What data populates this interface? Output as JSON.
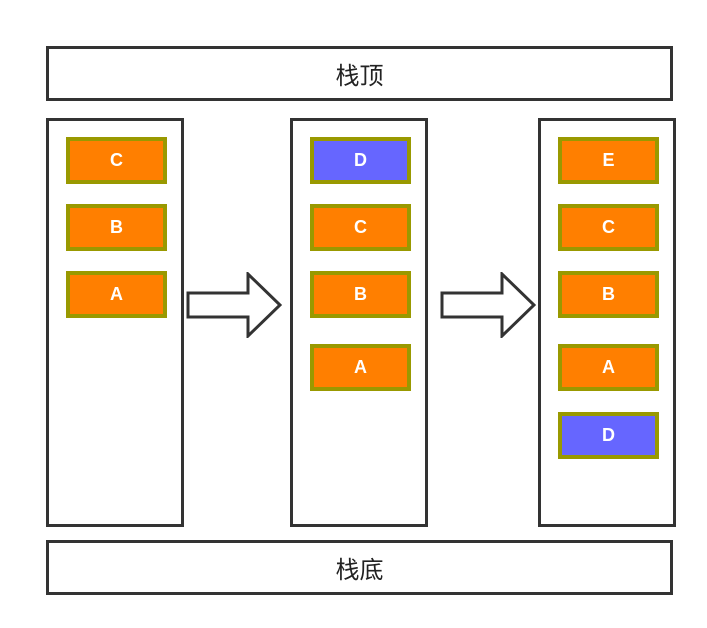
{
  "top_label": "栈顶",
  "bottom_label": "栈底",
  "colors": {
    "pushed_block": "#ff7f00",
    "new_block": "#6666ff",
    "block_border": "#999900",
    "outline": "#333333"
  },
  "stacks": [
    {
      "blocks": [
        {
          "label": "C",
          "kind": "pushed"
        },
        {
          "label": "B",
          "kind": "pushed"
        },
        {
          "label": "A",
          "kind": "pushed"
        }
      ]
    },
    {
      "blocks": [
        {
          "label": "D",
          "kind": "new"
        },
        {
          "label": "C",
          "kind": "pushed"
        },
        {
          "label": "B",
          "kind": "pushed"
        },
        {
          "label": "A",
          "kind": "pushed"
        }
      ]
    },
    {
      "blocks": [
        {
          "label": "E",
          "kind": "pushed"
        },
        {
          "label": "C",
          "kind": "pushed"
        },
        {
          "label": "B",
          "kind": "pushed"
        },
        {
          "label": "A",
          "kind": "pushed"
        },
        {
          "label": "D",
          "kind": "new"
        }
      ]
    }
  ],
  "arrows": [
    {
      "icon": "right-arrow-icon"
    },
    {
      "icon": "right-arrow-icon"
    }
  ]
}
